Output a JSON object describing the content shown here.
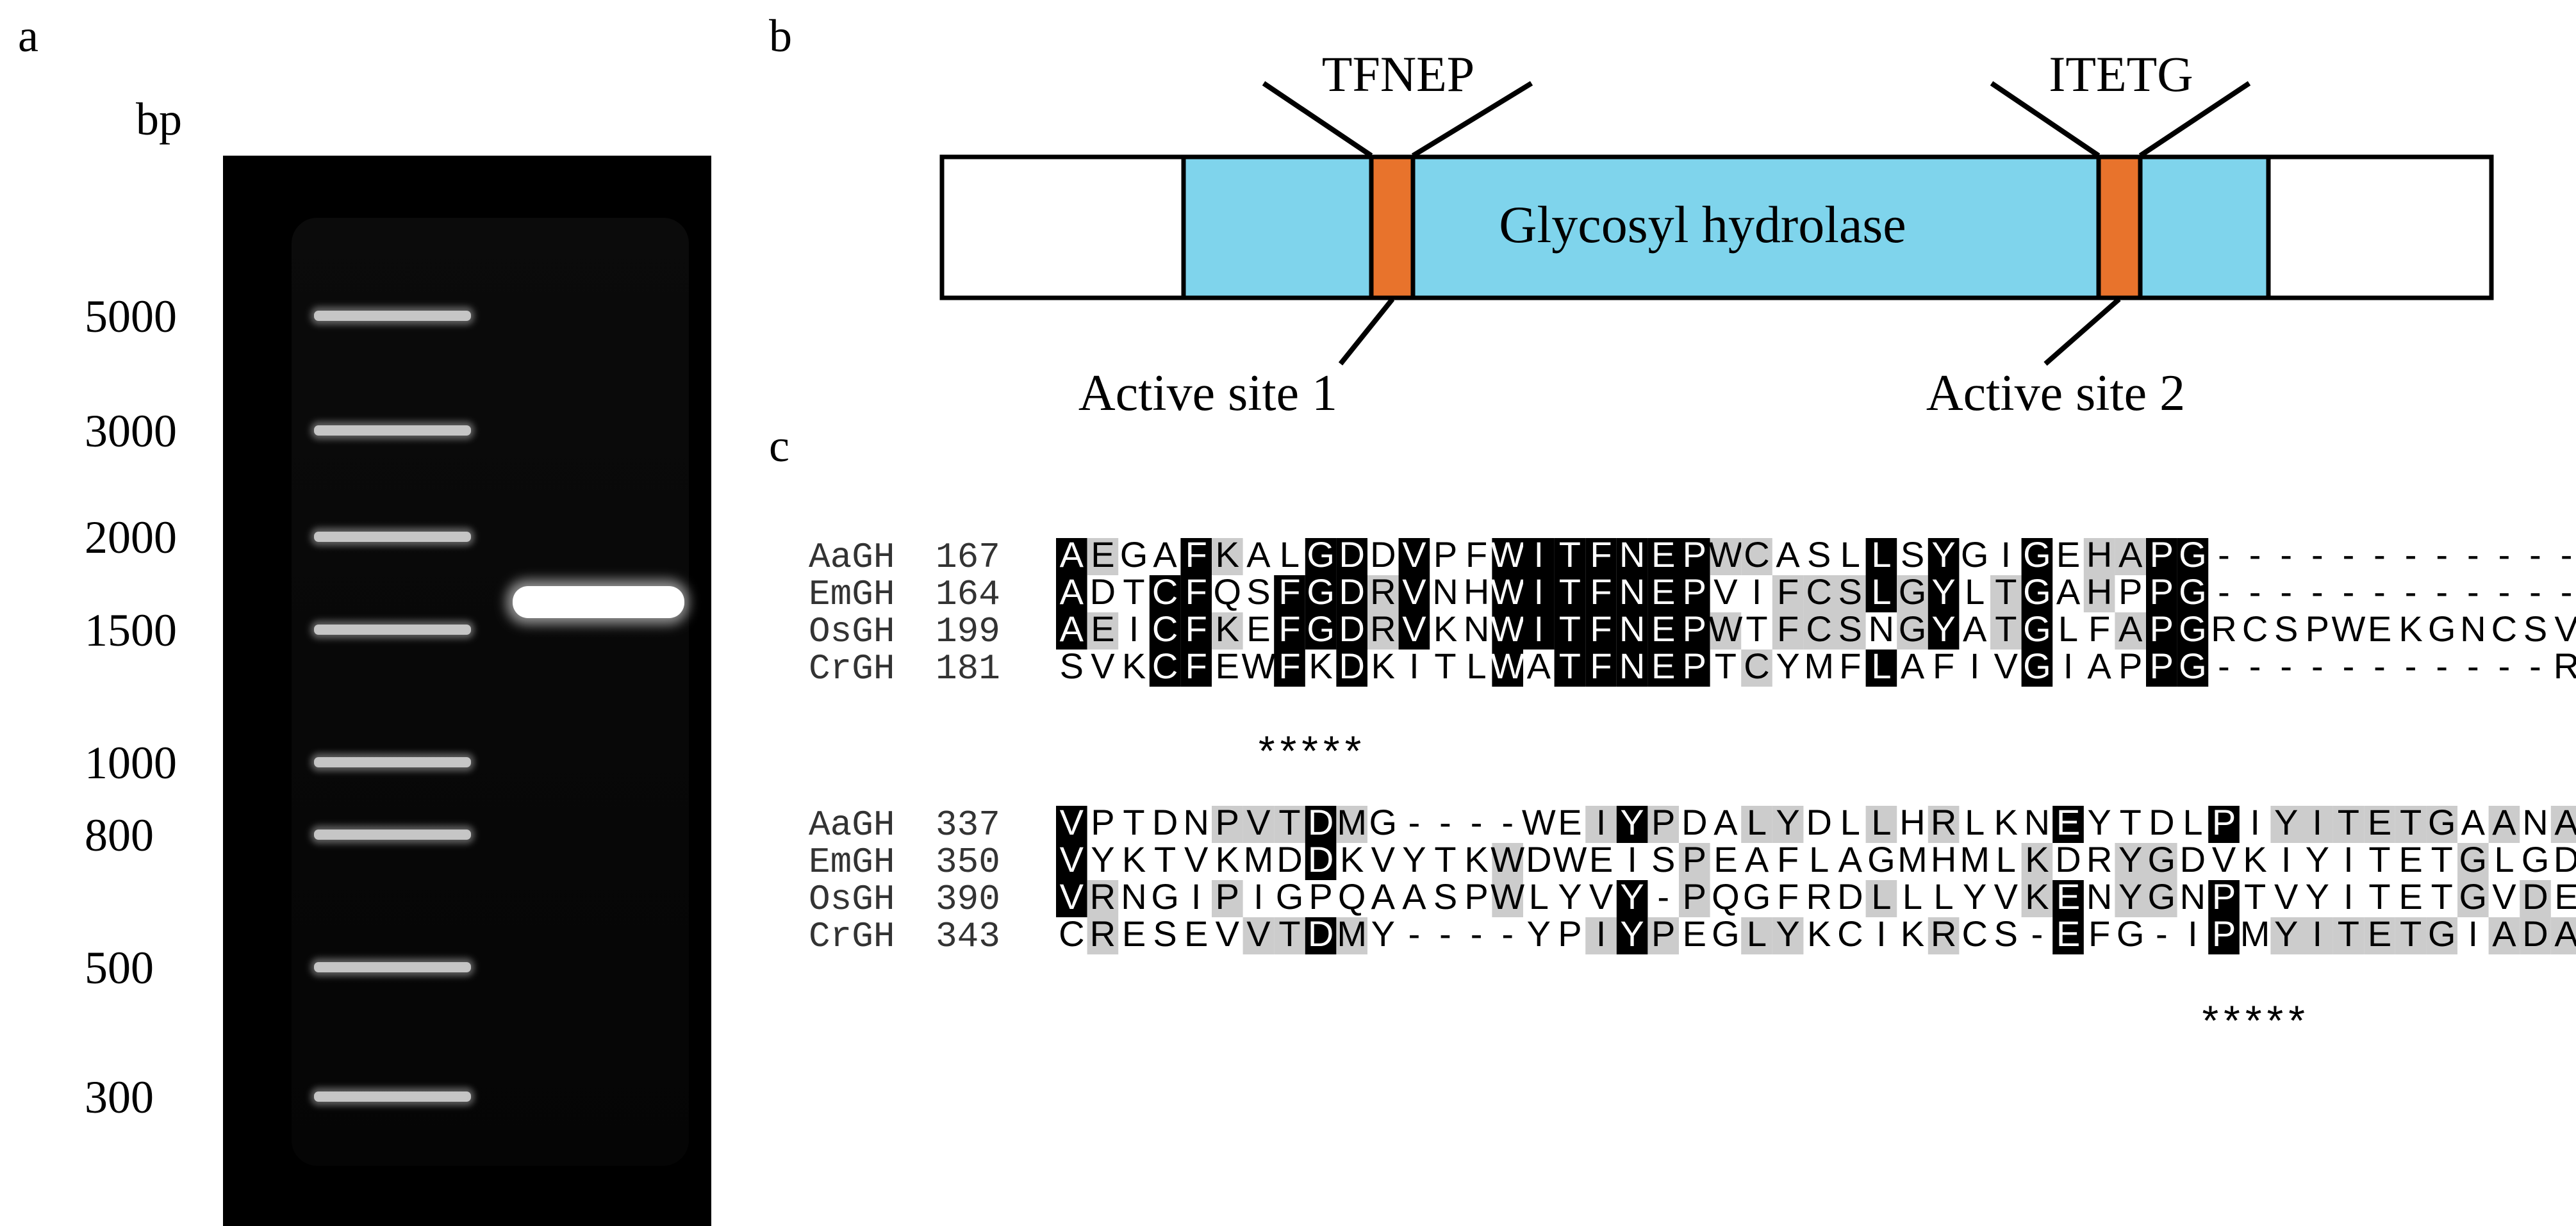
{
  "panels": {
    "a": "a",
    "b": "b",
    "c": "c"
  },
  "gel": {
    "unit": "bp",
    "ladder": [
      {
        "size": "5000"
      },
      {
        "size": "3000"
      },
      {
        "size": "2000"
      },
      {
        "size": "1500"
      },
      {
        "size": "1000"
      },
      {
        "size": "800"
      },
      {
        "size": "500"
      },
      {
        "size": "300"
      }
    ]
  },
  "domain_map": {
    "domain_label": "Glycosyl hydrolase",
    "motif1": "TFNEP",
    "motif2": "ITETG",
    "site1": "Active site 1",
    "site2": "Active site 2",
    "colors": {
      "domain": "#7fd4ec",
      "active_site": "#e8732c",
      "outline": "#000000"
    }
  },
  "alignment": {
    "block1": [
      {
        "name": "AaGH",
        "start": "167",
        "seq": "AEGAFKALGDDVPFWITFNEPWCASLLSYGIGEHAPG------------L"
      },
      {
        "name": "EmGH",
        "start": "164",
        "seq": "ADTCFQSFGDRVNHWITFNEPVIFCSLGYLTGAHPPG------------IE"
      },
      {
        "name": "OsGH",
        "start": "199",
        "seq": "AEICFKEFGDRVKNWITFNEPWTFCSNGYATGLFAPGRCSPWEKGNCSVG"
      },
      {
        "name": "CrGH",
        "start": "181",
        "seq": "SVKCFEWFKDKITLWATFNEPTCYMFLAFIVGIAPPG-----------RI"
      }
    ],
    "stars1": "*****",
    "block2": [
      {
        "name": "AaGH",
        "start": "337",
        "seq": "VPTDNPVTDMG----WEIYPDALYDLLHRLKNEYTDLPIYITETGAANA"
      },
      {
        "name": "EmGH",
        "start": "350",
        "seq": "VYKTVKMDDKVYTKWDWEISPEAFLAGMHMLKDRYGDVKIYITETGLGDV"
      },
      {
        "name": "OsGH",
        "start": "390",
        "seq": "VRNGIPIGPQAASPWLYVY-PQGFRDLLLYVKENYGNPTVYITETGVDEF"
      },
      {
        "name": "CrGH",
        "start": "343",
        "seq": "CRESEVVTDMY----YPIYPEGLYKCIKRCS-EFG-IPMYITETGIADA"
      }
    ],
    "stars2": "*****"
  }
}
